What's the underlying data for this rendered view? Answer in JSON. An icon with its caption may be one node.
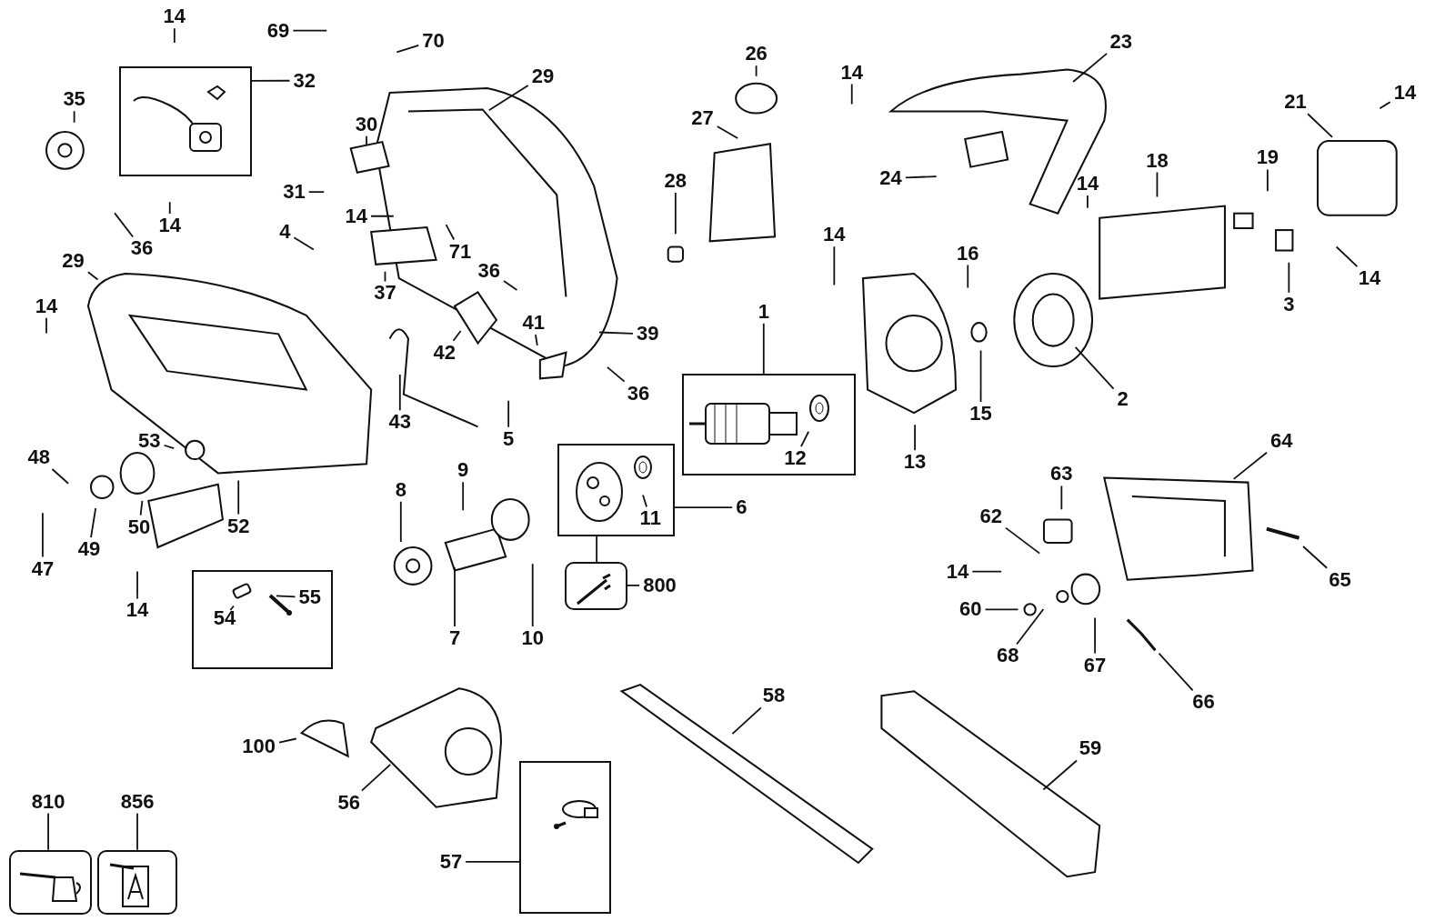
{
  "diagram": {
    "nodes": [
      {
        "text": [],
        "shape": "box"
      },
      {
        "text": [
          "14"
        ]
      },
      {
        "text": [
          "69"
        ]
      },
      {
        "text": [
          "70"
        ]
      },
      {
        "text": [
          "32"
        ]
      },
      {
        "text": [
          "35"
        ]
      },
      {
        "text": [
          "29"
        ]
      },
      {
        "text": [
          "30"
        ]
      },
      {
        "text": [
          "31"
        ]
      },
      {
        "text": [
          "36"
        ]
      },
      {
        "text": [
          "14"
        ]
      },
      {
        "text": [
          "14"
        ]
      },
      {
        "text": [
          "71"
        ]
      },
      {
        "text": [
          "4"
        ]
      },
      {
        "text": [
          "37"
        ]
      },
      {
        "text": [
          "29"
        ]
      },
      {
        "text": [
          "14"
        ]
      },
      {
        "text": [
          "36"
        ]
      },
      {
        "text": [
          "42"
        ]
      },
      {
        "text": [
          "41"
        ]
      },
      {
        "text": [
          "39"
        ]
      },
      {
        "text": [
          "36"
        ]
      },
      {
        "text": [
          "43"
        ]
      },
      {
        "text": [
          "5"
        ]
      },
      {
        "text": [
          "26"
        ]
      },
      {
        "text": [
          "27"
        ]
      },
      {
        "text": [
          "28"
        ]
      },
      {
        "text": [
          "23"
        ]
      },
      {
        "text": [
          "14"
        ]
      },
      {
        "text": [
          "24"
        ]
      },
      {
        "text": [
          "18"
        ]
      },
      {
        "text": [
          "14"
        ]
      },
      {
        "text": [
          "19"
        ]
      },
      {
        "text": [
          "21"
        ]
      },
      {
        "text": [
          "14"
        ]
      },
      {
        "text": [
          "14"
        ]
      },
      {
        "text": [
          "16"
        ]
      },
      {
        "text": [
          "14"
        ]
      },
      {
        "text": [
          "3"
        ]
      },
      {
        "text": [],
        "shape": "box"
      },
      {
        "text": [
          "1"
        ]
      },
      {
        "text": [
          "12"
        ],
        "in": 39
      },
      {
        "text": [
          "15"
        ]
      },
      {
        "text": [
          "2"
        ]
      },
      {
        "text": [
          "13"
        ]
      },
      {
        "text": [],
        "shape": "box"
      },
      {
        "text": [
          "11"
        ],
        "in": 45
      },
      {
        "text": [
          "6"
        ]
      },
      {
        "text": [],
        "shape": "box"
      },
      {
        "text": [
          "800"
        ]
      },
      {
        "text": [
          "8"
        ]
      },
      {
        "text": [
          "9"
        ]
      },
      {
        "text": [
          "7"
        ]
      },
      {
        "text": [
          "10"
        ]
      },
      {
        "text": [
          "48"
        ]
      },
      {
        "text": [
          "53"
        ]
      },
      {
        "text": [
          "50"
        ]
      },
      {
        "text": [
          "49"
        ]
      },
      {
        "text": [
          "52"
        ]
      },
      {
        "text": [
          "47"
        ]
      },
      {
        "text": [],
        "shape": "box"
      },
      {
        "text": [
          "54"
        ],
        "in": 60
      },
      {
        "text": [
          "55"
        ],
        "in": 60
      },
      {
        "text": [
          "14"
        ]
      },
      {
        "text": [
          "64"
        ]
      },
      {
        "text": [
          "63"
        ]
      },
      {
        "text": [
          "62"
        ]
      },
      {
        "text": [
          "14"
        ]
      },
      {
        "text": [
          "60"
        ]
      },
      {
        "text": [
          "65"
        ]
      },
      {
        "text": [
          "68"
        ]
      },
      {
        "text": [
          "67"
        ]
      },
      {
        "text": [
          "66"
        ]
      },
      {
        "text": [
          "58"
        ]
      },
      {
        "text": [
          "59"
        ]
      },
      {
        "text": [
          "100"
        ]
      },
      {
        "text": [
          "56"
        ]
      },
      {
        "text": [],
        "shape": "box"
      },
      {
        "text": [
          "57"
        ]
      },
      {
        "text": [],
        "shape": "box"
      },
      {
        "text": [
          "810"
        ]
      },
      {
        "text": [],
        "shape": "box"
      },
      {
        "text": [
          "856"
        ]
      }
    ],
    "edges": [
      {
        "from": 1,
        "to": null,
        "arrow": "none"
      },
      {
        "from": 2,
        "to": null,
        "arrow": "none"
      },
      {
        "from": 3,
        "to": null,
        "arrow": "none"
      },
      {
        "from": 4,
        "to": 0,
        "arrow": "none"
      },
      {
        "from": 5,
        "to": null,
        "arrow": "none"
      },
      {
        "from": 6,
        "to": null,
        "arrow": "none"
      },
      {
        "from": 7,
        "to": null,
        "arrow": "none"
      },
      {
        "from": 8,
        "to": null,
        "arrow": "none"
      },
      {
        "from": 9,
        "to": null,
        "arrow": "none"
      },
      {
        "from": 10,
        "to": null,
        "arrow": "none"
      },
      {
        "from": 11,
        "to": null,
        "arrow": "none"
      },
      {
        "from": 12,
        "to": null,
        "arrow": "none"
      },
      {
        "from": 13,
        "to": null,
        "arrow": "none"
      },
      {
        "from": 14,
        "to": null,
        "arrow": "none"
      },
      {
        "from": 15,
        "to": null,
        "arrow": "none"
      },
      {
        "from": 16,
        "to": null,
        "arrow": "none"
      },
      {
        "from": 17,
        "to": null,
        "arrow": "none"
      },
      {
        "from": 18,
        "to": null,
        "arrow": "none"
      },
      {
        "from": 19,
        "to": null,
        "arrow": "none"
      },
      {
        "from": 20,
        "to": null,
        "arrow": "none"
      },
      {
        "from": 21,
        "to": null,
        "arrow": "none"
      },
      {
        "from": 22,
        "to": null,
        "arrow": "none"
      },
      {
        "from": 23,
        "to": null,
        "arrow": "none"
      },
      {
        "from": 24,
        "to": null,
        "arrow": "none"
      },
      {
        "from": 25,
        "to": null,
        "arrow": "none"
      },
      {
        "from": 26,
        "to": null,
        "arrow": "none"
      },
      {
        "from": 27,
        "to": null,
        "arrow": "none"
      },
      {
        "from": 28,
        "to": null,
        "arrow": "none"
      },
      {
        "from": 29,
        "to": null,
        "arrow": "none"
      },
      {
        "from": 30,
        "to": null,
        "arrow": "none"
      },
      {
        "from": 31,
        "to": null,
        "arrow": "none"
      },
      {
        "from": 32,
        "to": null,
        "arrow": "none"
      },
      {
        "from": 33,
        "to": null,
        "arrow": "none"
      },
      {
        "from": 34,
        "to": null,
        "arrow": "none"
      },
      {
        "from": 35,
        "to": null,
        "arrow": "none"
      },
      {
        "from": 36,
        "to": null,
        "arrow": "none"
      },
      {
        "from": 37,
        "to": null,
        "arrow": "none"
      },
      {
        "from": 38,
        "to": null,
        "arrow": "none"
      },
      {
        "from": 40,
        "to": 39,
        "arrow": "none"
      },
      {
        "from": 41,
        "to": null,
        "arrow": "none"
      },
      {
        "from": 42,
        "to": null,
        "arrow": "none"
      },
      {
        "from": 43,
        "to": null,
        "arrow": "none"
      },
      {
        "from": 44,
        "to": null,
        "arrow": "none"
      },
      {
        "from": 46,
        "to": null,
        "arrow": "none"
      },
      {
        "from": 47,
        "to": 45,
        "arrow": "none"
      },
      {
        "from": 49,
        "to": 48,
        "arrow": "none"
      },
      {
        "from": 48,
        "to": 45,
        "arrow": "none"
      },
      {
        "from": 50,
        "to": null,
        "arrow": "none"
      },
      {
        "from": 51,
        "to": null,
        "arrow": "none"
      },
      {
        "from": 52,
        "to": null,
        "arrow": "none"
      },
      {
        "from": 53,
        "to": null,
        "arrow": "none"
      },
      {
        "from": 54,
        "to": null,
        "arrow": "none"
      },
      {
        "from": 55,
        "to": null,
        "arrow": "none"
      },
      {
        "from": 56,
        "to": null,
        "arrow": "none"
      },
      {
        "from": 57,
        "to": null,
        "arrow": "none"
      },
      {
        "from": 58,
        "to": null,
        "arrow": "none"
      },
      {
        "from": 59,
        "to": null,
        "arrow": "none"
      },
      {
        "from": 61,
        "to": null,
        "arrow": "none"
      },
      {
        "from": 62,
        "to": null,
        "arrow": "none"
      },
      {
        "from": 63,
        "to": null,
        "arrow": "none"
      },
      {
        "from": 64,
        "to": null,
        "arrow": "none"
      },
      {
        "from": 65,
        "to": null,
        "arrow": "none"
      },
      {
        "from": 66,
        "to": null,
        "arrow": "none"
      },
      {
        "from": 67,
        "to": null,
        "arrow": "none"
      },
      {
        "from": 68,
        "to": null,
        "arrow": "none"
      },
      {
        "from": 69,
        "to": null,
        "arrow": "none"
      },
      {
        "from": 70,
        "to": null,
        "arrow": "none"
      },
      {
        "from": 71,
        "to": null,
        "arrow": "none"
      },
      {
        "from": 72,
        "to": null,
        "arrow": "none"
      },
      {
        "from": 73,
        "to": null,
        "arrow": "none"
      },
      {
        "from": 74,
        "to": null,
        "arrow": "none"
      },
      {
        "from": 75,
        "to": null,
        "arrow": "none"
      },
      {
        "from": 76,
        "to": null,
        "arrow": "none"
      },
      {
        "from": 78,
        "to": 77,
        "arrow": "none"
      },
      {
        "from": 80,
        "to": 79,
        "arrow": "none"
      },
      {
        "from": 82,
        "to": 81,
        "arrow": "none"
      }
    ]
  }
}
